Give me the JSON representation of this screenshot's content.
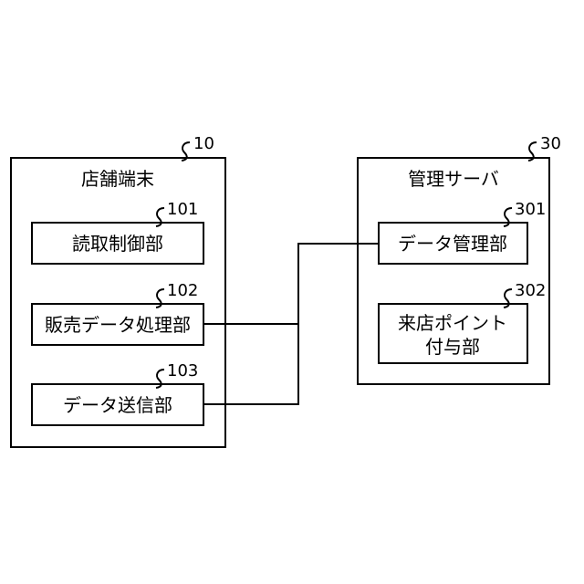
{
  "store_terminal": {
    "ref": "10",
    "title": "店舗端末",
    "reader": {
      "ref": "101",
      "label": "読取制御部"
    },
    "sales": {
      "ref": "102",
      "label": "販売データ処理部"
    },
    "sender": {
      "ref": "103",
      "label": "データ送信部"
    }
  },
  "management_server": {
    "ref": "30",
    "title": "管理サーバ",
    "data_mgmt": {
      "ref": "301",
      "label": "データ管理部"
    },
    "points": {
      "ref": "302",
      "label_line1": "来店ポイント",
      "label_line2": "付与部"
    }
  }
}
